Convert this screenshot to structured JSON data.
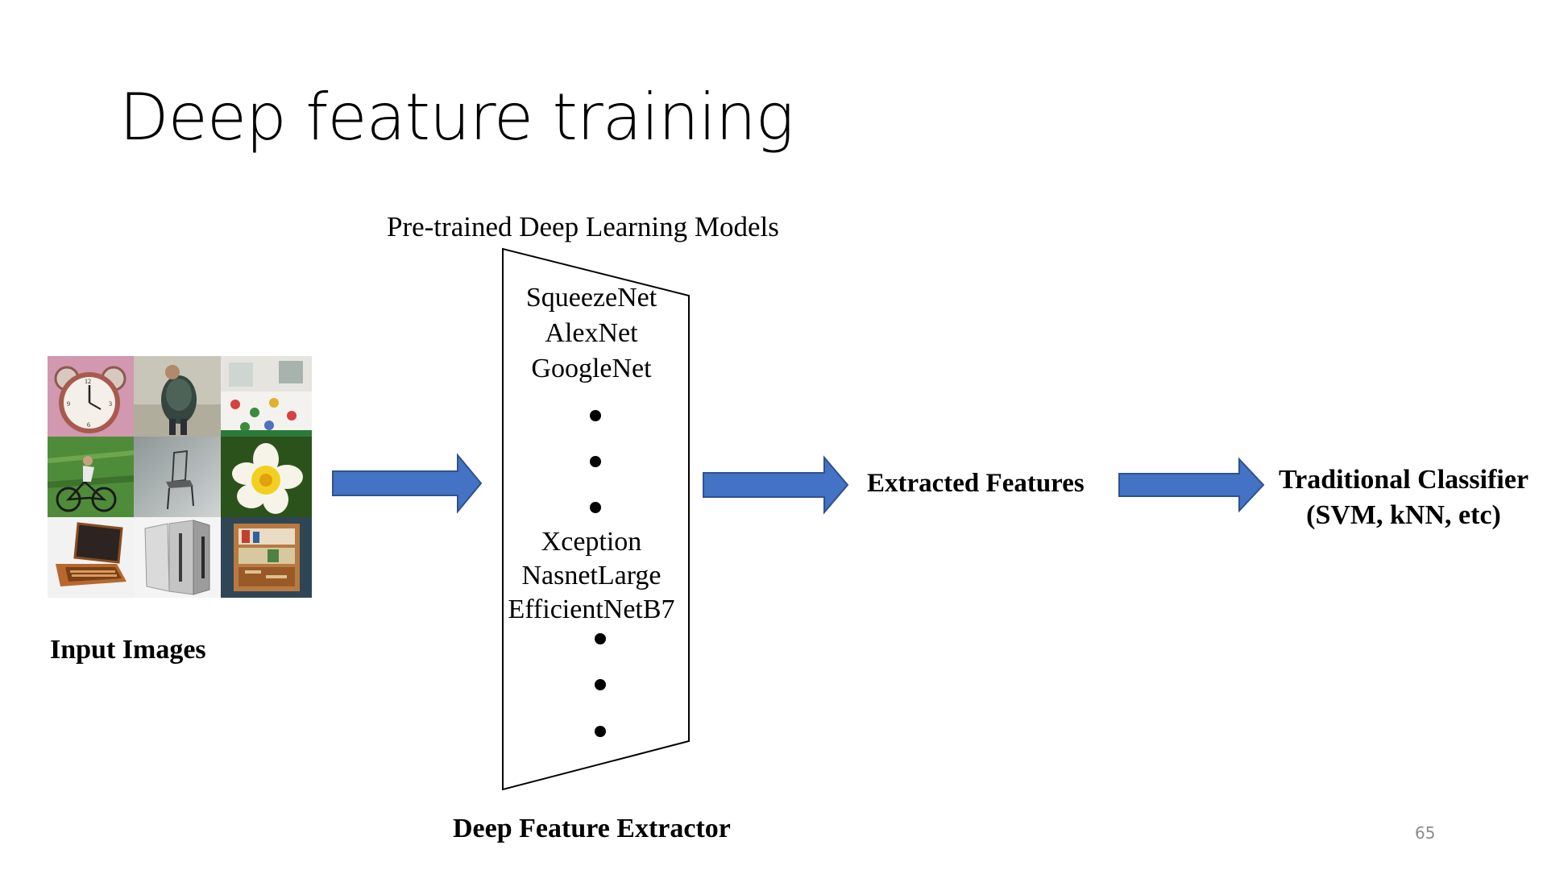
{
  "slide": {
    "title": "Deep feature training",
    "page_number": "65"
  },
  "diagram": {
    "models_heading": "Pre-trained Deep Learning Models",
    "models_top": [
      "SqueezeNet",
      "AlexNet",
      "GoogleNet"
    ],
    "models_bottom": [
      "Xception",
      "NasnetLarge",
      "EfficientNetB7"
    ],
    "input_label": "Input Images",
    "extractor_label": "Deep Feature Extractor",
    "features_label": "Extracted Features",
    "classifier_label_line1": "Traditional Classifier",
    "classifier_label_line2": "(SVM, kNN, etc)",
    "arrow_color": "#4472C4",
    "arrow_border_color": "#2F528F",
    "input_images": [
      {
        "icon": "alarm-clock-image"
      },
      {
        "icon": "backpacker-image"
      },
      {
        "icon": "bed-image"
      },
      {
        "icon": "cyclist-image"
      },
      {
        "icon": "chair-image"
      },
      {
        "icon": "flower-image"
      },
      {
        "icon": "laptop-image"
      },
      {
        "icon": "locker-image"
      },
      {
        "icon": "bookshelf-image"
      }
    ]
  }
}
